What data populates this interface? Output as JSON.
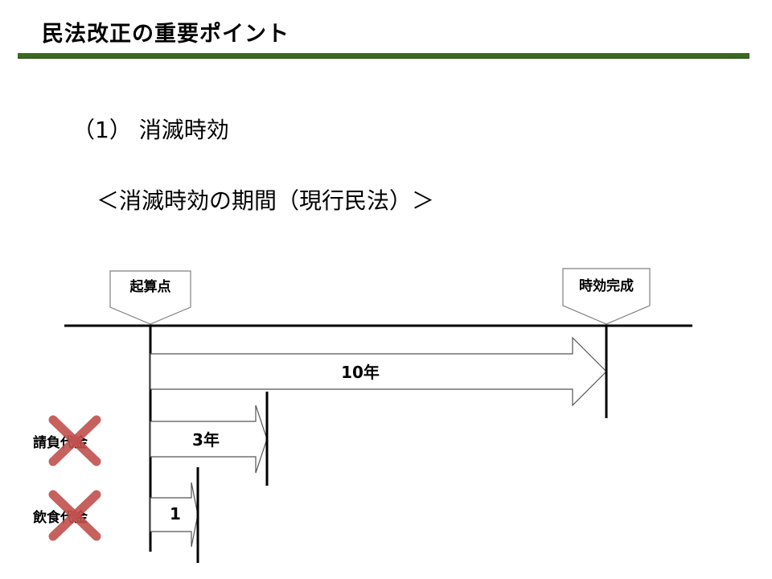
{
  "header": {
    "title": "民法改正の重要ポイント"
  },
  "section": {
    "heading": "（1） 消滅時効"
  },
  "subsection": {
    "heading": "＜消滅時効の期間（現行民法）＞"
  },
  "timeline": {
    "start_label": "起算点",
    "end_label": "時効完成",
    "periods": [
      {
        "label": "10年",
        "row_label": ""
      },
      {
        "label": "3年",
        "row_label": "請負代金",
        "crossed_out": true
      },
      {
        "label": "1",
        "row_label": "飲食代金",
        "crossed_out": true
      }
    ]
  },
  "colors": {
    "title_rule": "#3a6a1e",
    "cross": "#c0504d"
  },
  "icons": {
    "cross": "cross-mark-icon"
  }
}
